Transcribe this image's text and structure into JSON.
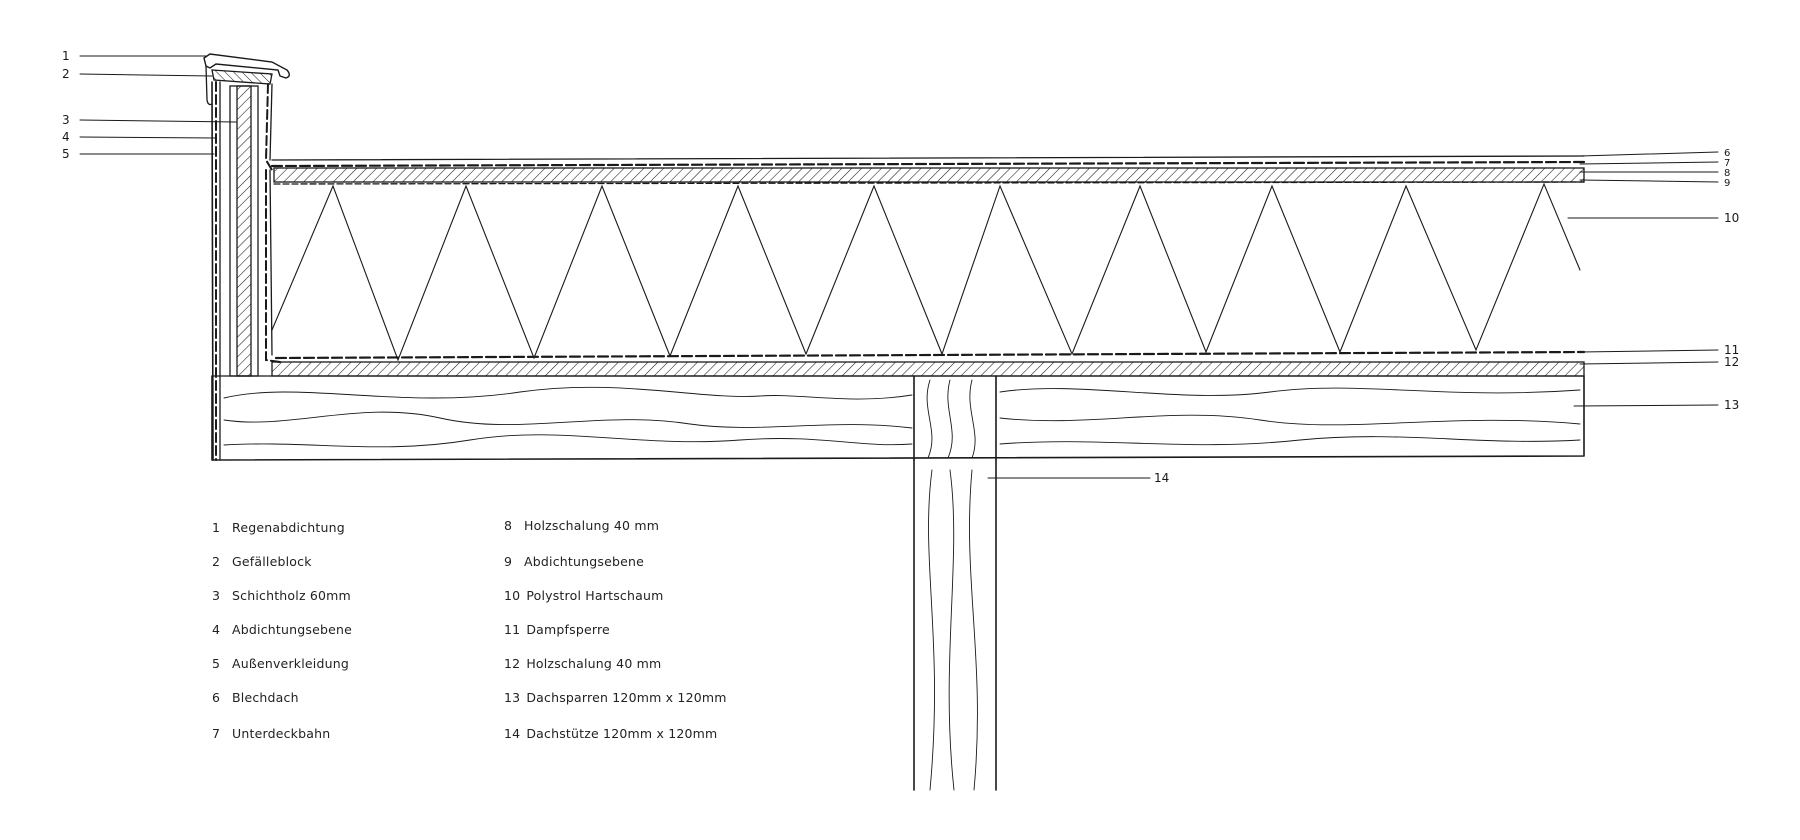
{
  "callout_numbers": [
    "1",
    "2",
    "3",
    "4",
    "5",
    "6",
    "7",
    "8",
    "9",
    "10",
    "11",
    "12",
    "13",
    "14"
  ],
  "legend_col1": [
    {
      "num": "1",
      "text": "Regenabdichtung"
    },
    {
      "num": "2",
      "text": "Gefälleblock"
    },
    {
      "num": "3",
      "text": "Schichtholz 60mm"
    },
    {
      "num": "4",
      "text": "Abdichtungsebene"
    },
    {
      "num": "5",
      "text": "Außenverkleidung"
    },
    {
      "num": "6",
      "text": "Blechdach"
    },
    {
      "num": "7",
      "text": "Unterdeckbahn"
    }
  ],
  "legend_col2": [
    {
      "num": "8",
      "text": "Holzschalung 40 mm"
    },
    {
      "num": "9",
      "text": "Abdichtungsebene"
    },
    {
      "num": "10",
      "text": "Polystrol Hartschaum"
    },
    {
      "num": "11",
      "text": "Dampfsperre"
    },
    {
      "num": "12",
      "text": "Holzschalung 40 mm"
    },
    {
      "num": "13",
      "text": "Dachsparren 120mm x 120mm"
    },
    {
      "num": "14",
      "text": "Dachstütze 120mm x 120mm"
    }
  ],
  "colors": {
    "ink": "#1a1a1a",
    "paper": "#ffffff"
  }
}
